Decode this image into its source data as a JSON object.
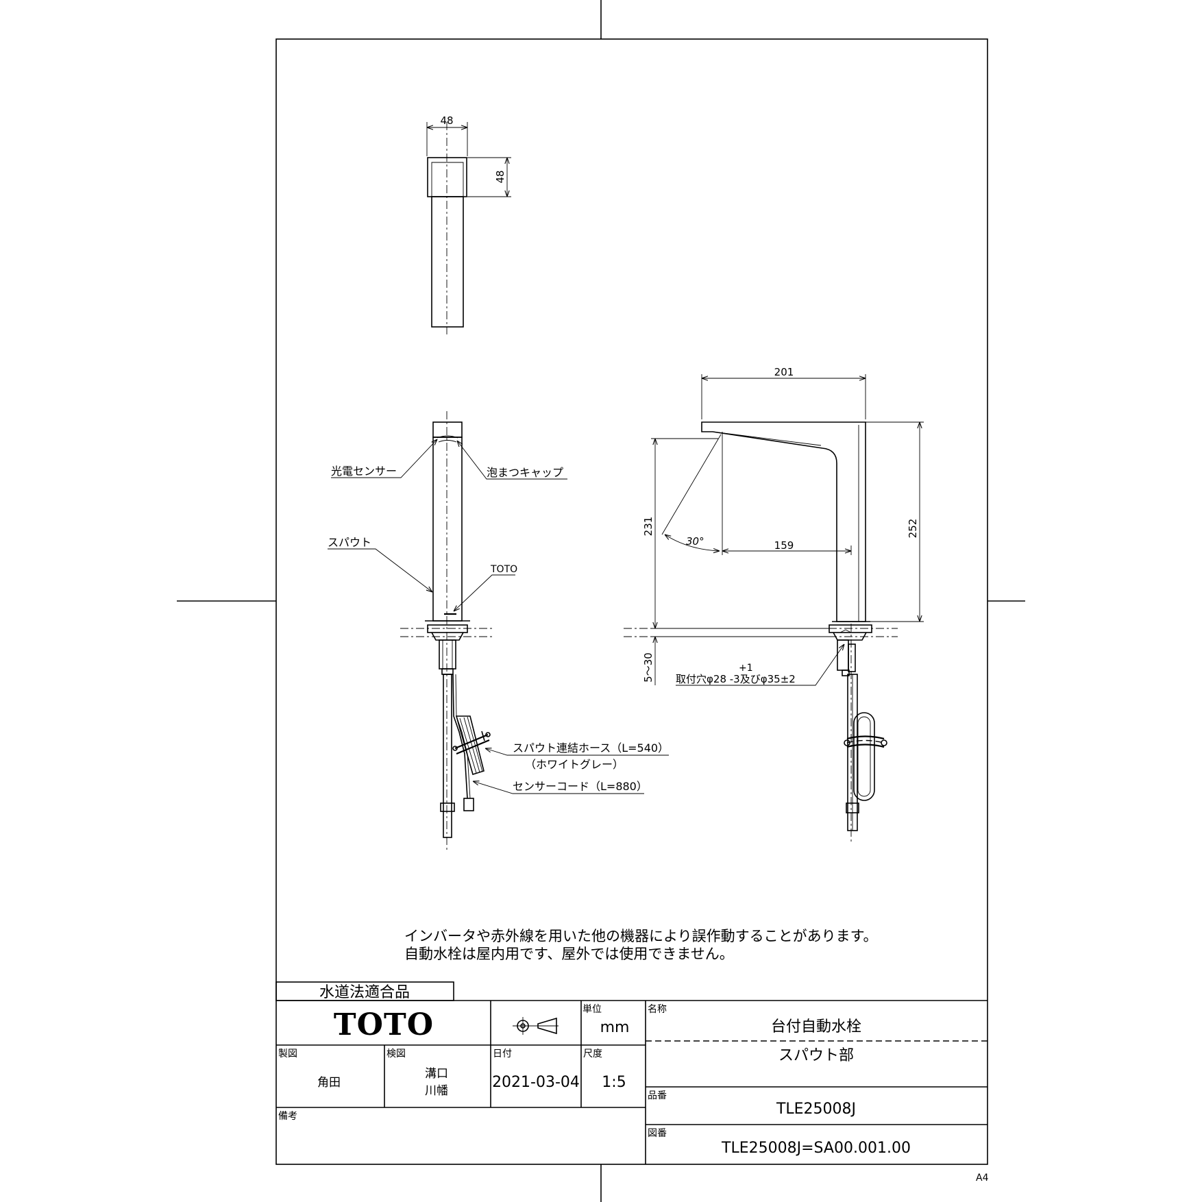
{
  "dimensions": {
    "top_width": "48",
    "top_depth": "48",
    "reach": "201",
    "spout_height": "231",
    "spray_angle": "30°",
    "outlet_offset": "159",
    "total_height": "252",
    "counter_thickness": "5～30",
    "hole_tolerance": "+1",
    "mounting_hole": "取付穴φ28 -3及びφ35±2"
  },
  "labels": {
    "photo_sensor": "光電センサー",
    "aerator_cap": "泡まつキャップ",
    "spout": "スパウト",
    "brand_mark": "TOTO",
    "hose": "スパウト連結ホース（L=540）",
    "hose_color": "（ホワイトグレー）",
    "sensor_cord": "センサーコード（L=880）"
  },
  "notes": [
    "インバータや赤外線を用いた他の機器により誤作動することがあります。",
    "自動水栓は屋内用です、屋外では使用できません。"
  ],
  "title_block": {
    "compliance": "水道法適合品",
    "logo": "TOTO",
    "unit_label": "単位",
    "unit": "mm",
    "name_label": "名称",
    "name": "台付自動水栓",
    "subname": "スパウト部",
    "drawn_label": "製図",
    "drawn_by": "角田",
    "checked_label": "検図",
    "checked_by_1": "溝口",
    "checked_by_2": "川幡",
    "date_label": "日付",
    "date": "2021-03-04",
    "scale_label": "尺度",
    "scale": "1:5",
    "part_no_label": "品番",
    "part_no": "TLE25008J",
    "remarks_label": "備考",
    "drawing_no_label": "図番",
    "drawing_no": "TLE25008J=SA00.001.00",
    "paper_size": "A4"
  }
}
